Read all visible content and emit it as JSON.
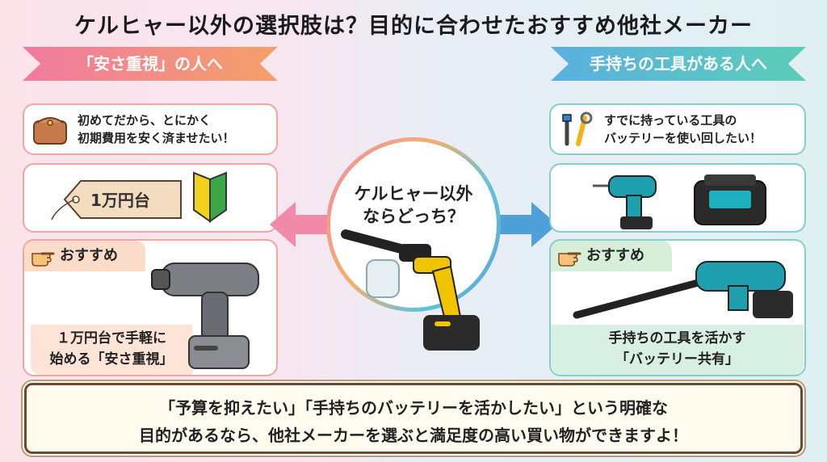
{
  "title": "ケルヒャー以外の選択肢は？目的に合わせたおすすめ他社メーカー",
  "left": {
    "banner": "「安さ重視」の人へ",
    "need_line1": "初めてだから、とにかく",
    "need_line2": "初期費用を安く済ませたい！",
    "price_tag": "1万円台",
    "rec_label": "おすすめ",
    "rec_line1": "１万円台で手軽に",
    "rec_line2": "始める「安さ重視」",
    "colors": {
      "accent": "#f07aa0",
      "border": "#f3a4a4"
    }
  },
  "right": {
    "banner": "手持ちの工具がある人へ",
    "need_line1": "すでに持っている工具の",
    "need_line2": "バッテリーを使い回したい！",
    "rec_label": "おすすめ",
    "rec_line1": "手持ちの工具を活かす",
    "rec_line2": "「バッテリー共有」",
    "colors": {
      "accent": "#5ab0e0",
      "border": "#86cfc8"
    }
  },
  "center": {
    "line1": "ケルヒャー以外",
    "line2": "ならどっち？"
  },
  "footer": {
    "line1": "「予算を抑えたい」「手持ちのバッテリーを活かしたい」という明確な",
    "line2": "目的があるなら、他社メーカーを選ぶと満足度の高い買い物ができますよ！"
  },
  "icons": [
    "wallet-icon",
    "price-tag-icon",
    "beginner-mark-icon",
    "pointing-hand-icon",
    "tools-icon",
    "drill-icon",
    "battery-icon",
    "pressure-washer-icon",
    "arrow-left-icon",
    "arrow-right-icon"
  ]
}
